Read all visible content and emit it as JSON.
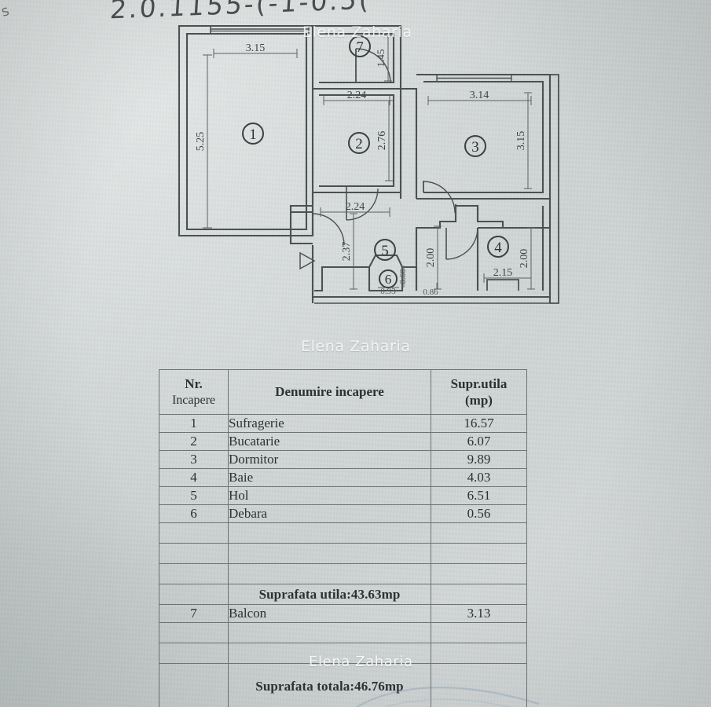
{
  "document": {
    "type": "apartment-floor-plan-scan",
    "handwritten_note": "2.0.1155-(-1-0.5(",
    "handwritten_corner": "s"
  },
  "watermarks": {
    "text": "Elena Zaharia",
    "top": "Elena Zaharia",
    "middle": "Elena Zaharia",
    "bottom": "Elena Zaharia"
  },
  "floor_plan": {
    "room_labels": [
      "1",
      "2",
      "3",
      "4",
      "5",
      "6",
      "7"
    ],
    "dimensions": {
      "room1_width": "3.15",
      "room1_height": "5.25",
      "room2_width": "2.24",
      "room2_height": "2.76",
      "room3_width": "3.14",
      "room3_height": "3.15",
      "room4_width": "2.15",
      "room4_height": "2.00",
      "room4_inner": "2.00",
      "room5_width": "2.24",
      "room5_height": "2.37",
      "room6_width": "0.93",
      "room6_height": "0.60",
      "corridor_small": "0.86",
      "balcony_height": "1.45"
    }
  },
  "table": {
    "headers": {
      "nr_line1": "Nr.",
      "nr_line2": "Incapere",
      "name": "Denumire incapere",
      "area_line1": "Supr.utila",
      "area_line2": "(mp)"
    },
    "rows": [
      {
        "nr": "1",
        "name": "Sufragerie",
        "area": "16.57"
      },
      {
        "nr": "2",
        "name": "Bucatarie",
        "area": "6.07"
      },
      {
        "nr": "3",
        "name": "Dormitor",
        "area": "9.89"
      },
      {
        "nr": "4",
        "name": "Baie",
        "area": "4.03"
      },
      {
        "nr": "5",
        "name": "Hol",
        "area": "6.51"
      },
      {
        "nr": "6",
        "name": "Debara",
        "area": "0.56"
      }
    ],
    "empty_rows": 3,
    "subtotal_label": "Suprafata utila:43.63mp",
    "balcony_row": {
      "nr": "7",
      "name": "Balcon",
      "area": "3.13"
    },
    "empty_rows_after": 2,
    "total_label": "Suprafata totala:46.76mp"
  }
}
